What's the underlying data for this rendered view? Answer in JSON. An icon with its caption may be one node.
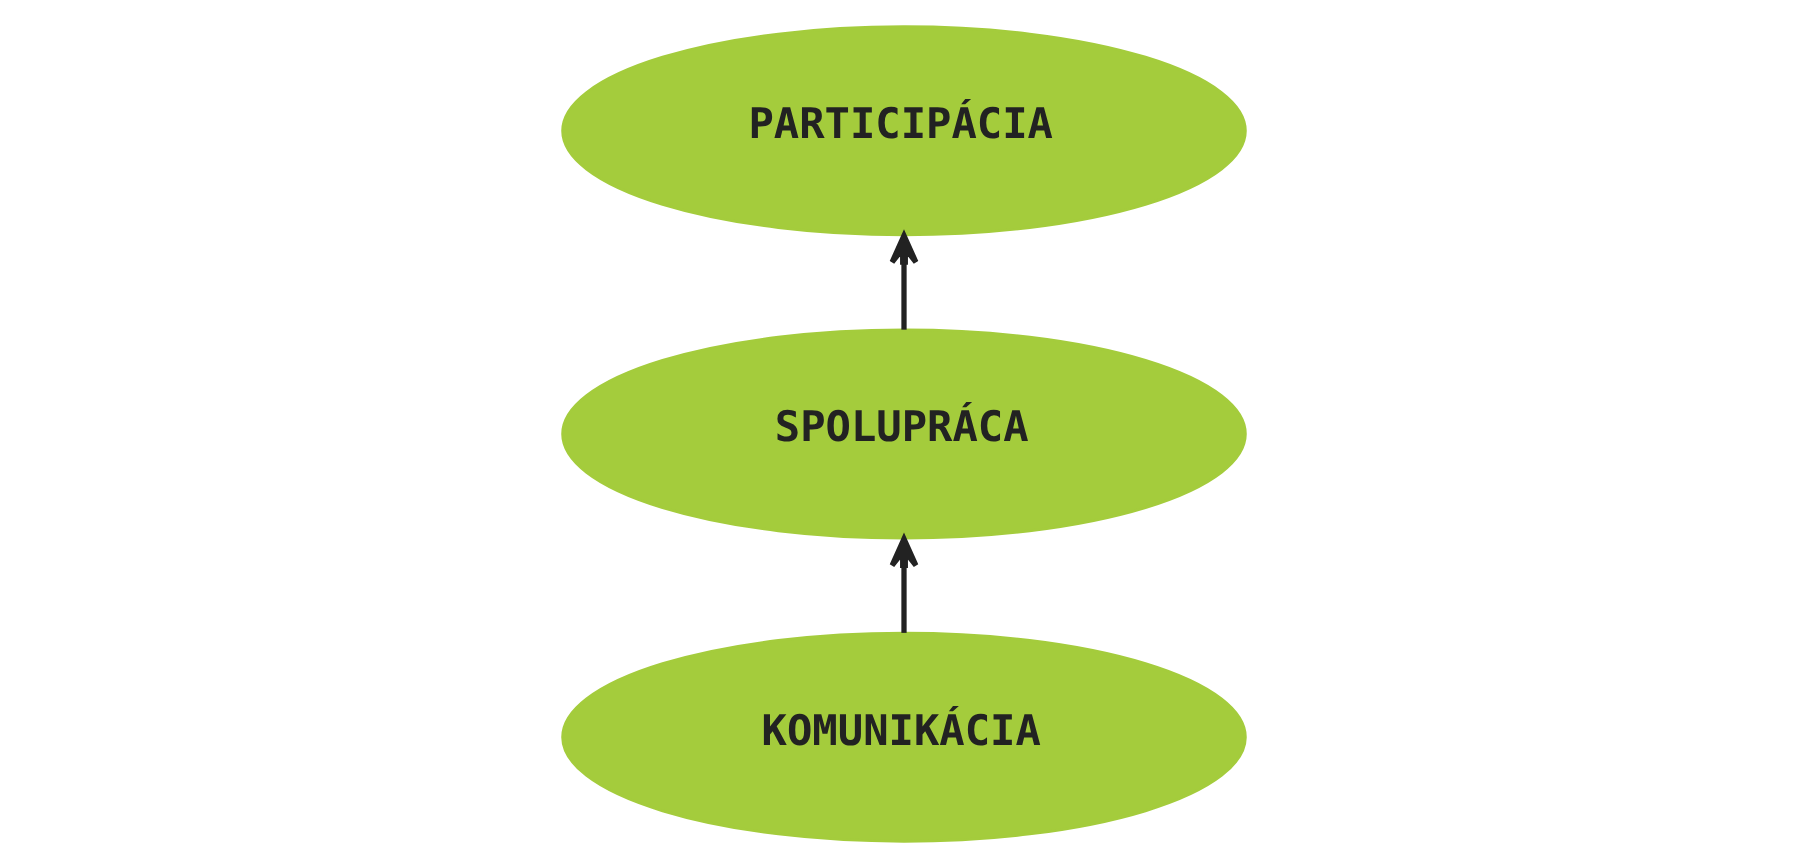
{
  "diagram": {
    "nodes": [
      {
        "text": [
          "PARTICIPÁCIA"
        ]
      },
      {
        "text": [
          "SPOLUPRÁCA"
        ]
      },
      {
        "text": [
          "KOMUNIKÁCIA"
        ]
      }
    ],
    "edges": [
      {
        "from": 2,
        "to": 1,
        "arrow": "to"
      },
      {
        "from": 1,
        "to": 0,
        "arrow": "to"
      }
    ]
  }
}
